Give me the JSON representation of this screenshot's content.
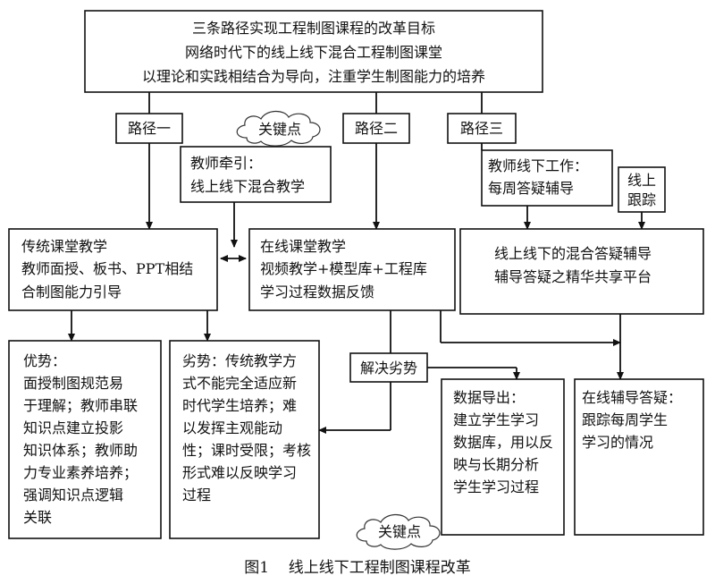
{
  "top": {
    "lines": [
      "三条路径实现工程制图课程的改革目标",
      "网络时代下的线上线下混合工程制图课堂",
      "以理论和实践相结合为导向，注重学生制图能力的培养"
    ]
  },
  "paths": {
    "p1": "路径一",
    "p2": "路径二",
    "p3": "路径三"
  },
  "keypoint": "关键点",
  "teacher_lead": {
    "lines": [
      "教师牵引：",
      "线上线下混合教学"
    ]
  },
  "offline_work": {
    "lines": [
      "教师线下工作：",
      "每周答疑辅导"
    ]
  },
  "online_track": {
    "lines": [
      "线上",
      "跟踪"
    ]
  },
  "traditional": {
    "lines": [
      "传统课堂教学",
      "教师面授、板书、PPT相结",
      "合制图能力引导"
    ]
  },
  "online_class": {
    "lines": [
      "在线课堂教学",
      "视频教学+模型库+工程库",
      "学习过程数据反馈"
    ]
  },
  "mixed_qa": {
    "lines": [
      "线上线下的混合答疑辅导",
      "辅导答疑之精华共享平台"
    ]
  },
  "advantages": {
    "lines": [
      "优势：",
      "面授制图规范易",
      "于理解；教师串联",
      "知识点建立投影",
      "知识体系；教师助",
      "力专业素养培养；",
      "强调知识点逻辑",
      "关联"
    ]
  },
  "disadvantages": {
    "lines": [
      "劣势：传统教学方",
      "式不能完全适应新",
      "时代学生培养；难",
      "以发挥主观能动",
      "性；课时受限；考核",
      "形式难以反映学习",
      "过程"
    ]
  },
  "solve": "解决劣势",
  "data_export": {
    "lines": [
      "数据导出：",
      "建立学生学习",
      "数据库，用以反",
      "映与长期分析",
      "学生学习过程"
    ]
  },
  "online_qa": {
    "lines": [
      "在线辅导答疑：",
      "跟踪每周学生",
      "学习的情况"
    ]
  },
  "caption": "图1    线上线下工程制图课程改革"
}
